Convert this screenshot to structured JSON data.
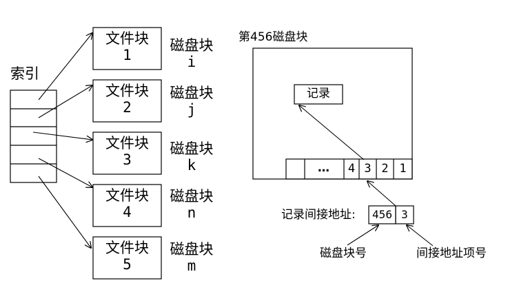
{
  "index_label": "索引",
  "file_blocks": [
    {
      "name": "文件块",
      "num": "1",
      "disk_label": "磁盘块",
      "disk_id": "i"
    },
    {
      "name": "文件块",
      "num": "2",
      "disk_label": "磁盘块",
      "disk_id": "j"
    },
    {
      "name": "文件块",
      "num": "3",
      "disk_label": "磁盘块",
      "disk_id": "k"
    },
    {
      "name": "文件块",
      "num": "4",
      "disk_label": "磁盘块",
      "disk_id": "n"
    },
    {
      "name": "文件块",
      "num": "5",
      "disk_label": "磁盘块",
      "disk_id": "m"
    }
  ],
  "disk_block_title": "第456磁盘块",
  "record_label": "记录",
  "slots": [
    "…",
    "4",
    "3",
    "2",
    "1"
  ],
  "indirect_address": {
    "label": "记录间接地址:",
    "block_no": "456",
    "item_no": "3"
  },
  "annotations": {
    "block_no_label": "磁盘块号",
    "item_no_label": "间接地址项号"
  }
}
